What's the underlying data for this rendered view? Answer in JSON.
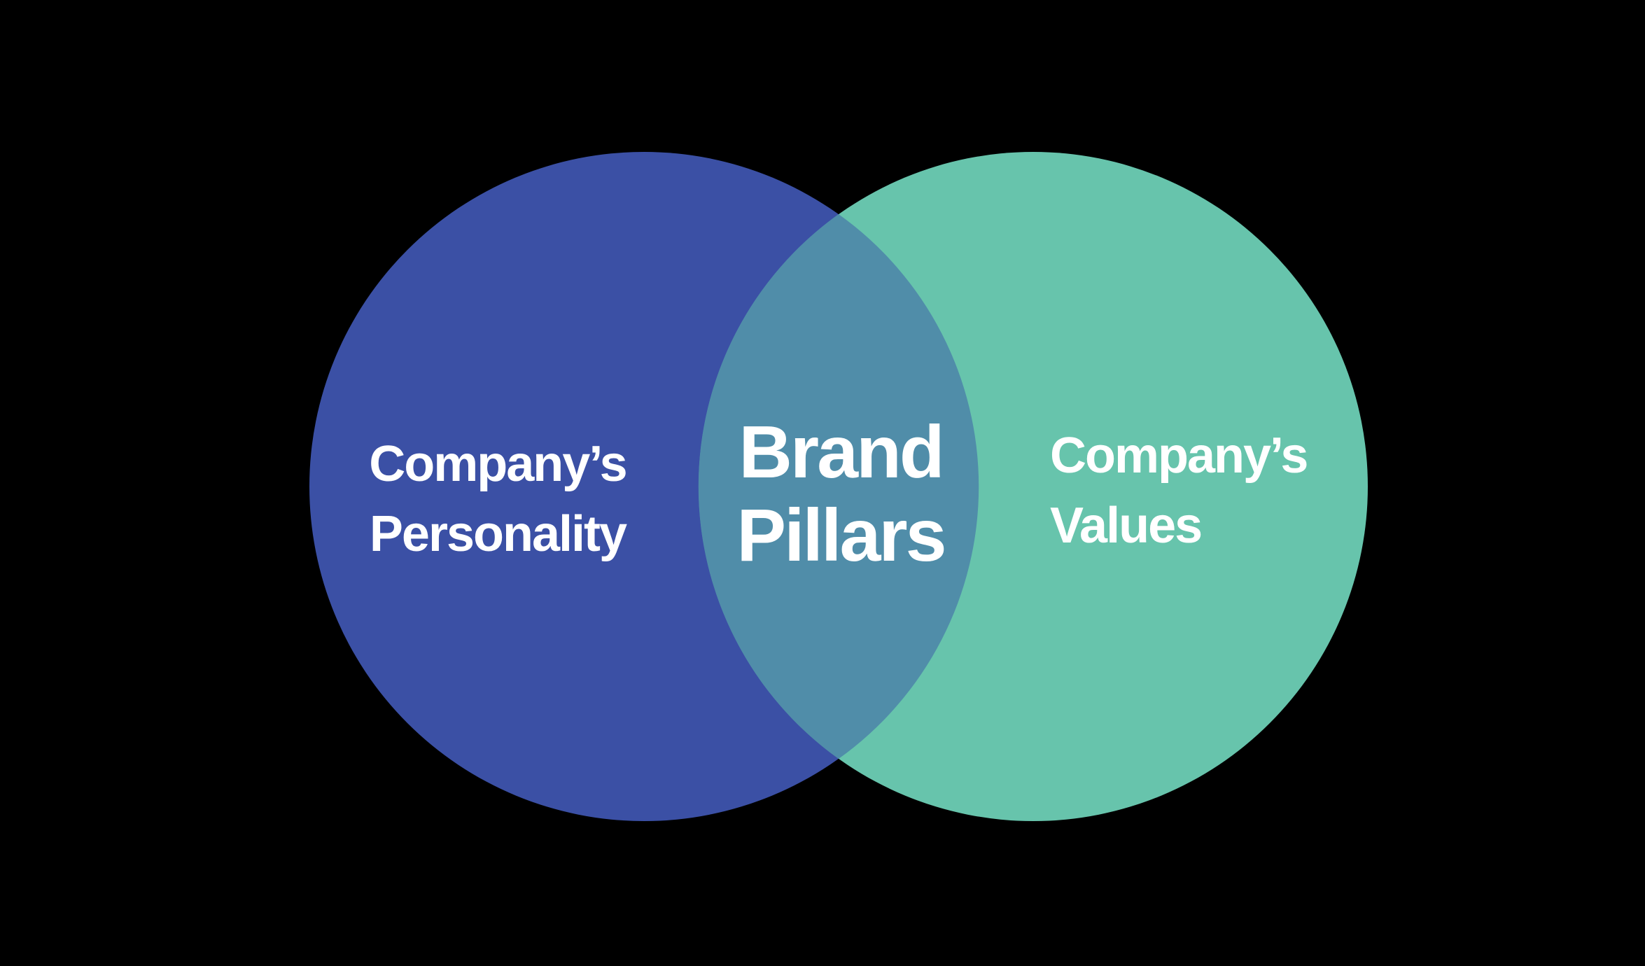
{
  "diagram": {
    "type": "venn",
    "description": "Two overlapping circles on a black background; the intersection represents brand pillars",
    "left_set": {
      "line1": "Company’s",
      "line2": "Personality"
    },
    "intersection": {
      "line1": "Brand",
      "line2": "Pillars"
    },
    "right_set": {
      "line1": "Company’s",
      "line2": "Values"
    }
  },
  "colors": {
    "background": "#000000",
    "left_circle": "#3B50A5",
    "right_circle": "#67C4AC",
    "overlap": "#508DA9",
    "text": "#FFFFFF"
  }
}
